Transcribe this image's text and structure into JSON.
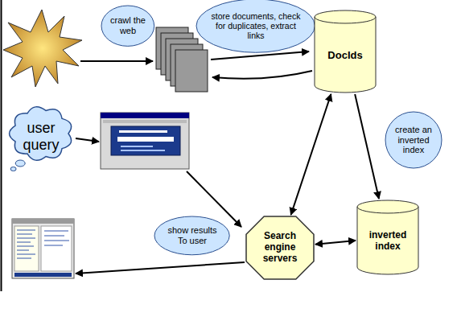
{
  "diagram": {
    "nodes": [
      {
        "text": [
          "crawl the web"
        ]
      },
      {
        "text": [
          "store documents, check for duplicates, extract links"
        ]
      },
      {
        "text": [
          "DocIds"
        ]
      },
      {
        "text": [
          "user query"
        ]
      },
      {
        "text": [
          "create an inverted index"
        ]
      },
      {
        "text": [
          "show results To user"
        ]
      },
      {
        "text": [
          "Search engine servers"
        ]
      },
      {
        "text": [
          "inverted index"
        ]
      }
    ],
    "edges": [
      {
        "from": 2,
        "to": 7,
        "arrow": "to"
      },
      {
        "from": 6,
        "to": 2,
        "arrow": "both"
      },
      {
        "from": 6,
        "to": 7,
        "arrow": "both"
      }
    ]
  }
}
